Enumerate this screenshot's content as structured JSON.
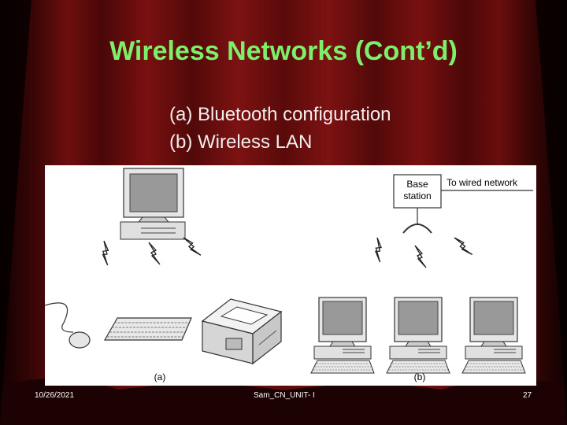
{
  "slide": {
    "title": "Wireless Networks (Cont’d)",
    "captions": [
      "(a) Bluetooth configuration",
      "(b) Wireless LAN"
    ]
  },
  "diagram": {
    "base_station_lines": [
      "Base",
      "station"
    ],
    "wired_network_label": "To wired network",
    "panel_a_label": "(a)",
    "panel_b_label": "(b)"
  },
  "footer": {
    "date": "10/26/2021",
    "center": "Sam_CN_UNIT- I",
    "page": "27"
  },
  "colors": {
    "title": "#7cf06a",
    "caption": "#f4eded",
    "curtain": "#6e0e0e"
  }
}
